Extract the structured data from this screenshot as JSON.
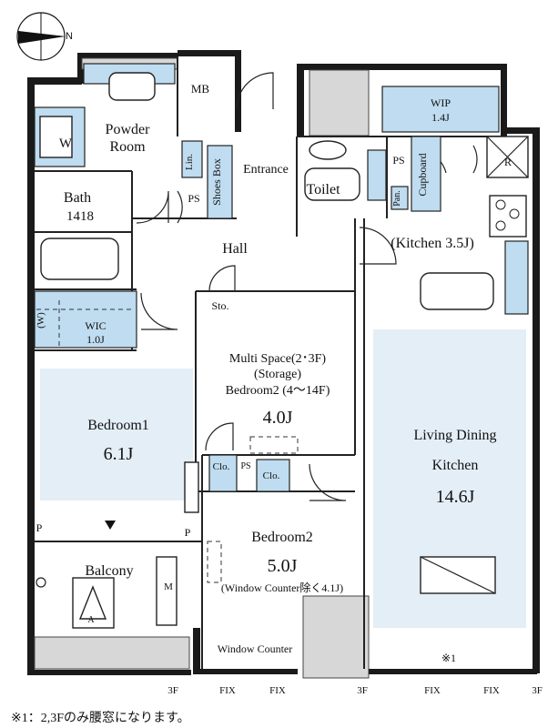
{
  "compass": {
    "north_label": "N"
  },
  "rooms": {
    "powder_room": [
      "Powder",
      "Room"
    ],
    "bath": [
      "Bath",
      "1418"
    ],
    "mb": "MB",
    "lin": "Lin.",
    "ps": "PS",
    "shoes_box": "Shoes Box",
    "entrance": "Entrance",
    "toilet": "Toilet",
    "pan": "Pan.",
    "cupboard": "Cupboard",
    "wip": [
      "WIP",
      "1.4J"
    ],
    "r": "R",
    "kitchen": "(Kitchen 3.5J)",
    "hall": "Hall",
    "sto": "Sto.",
    "wic": [
      "WIC",
      "1.0J"
    ],
    "w": "W",
    "w_paren": "(W)",
    "multi_space": [
      "Multi Space(2･3F)",
      "(Storage)",
      "Bedroom2 (4～14F)",
      "4.0J"
    ],
    "bedroom1": [
      "Bedroom1",
      "6.1J"
    ],
    "clo": "Clo.",
    "living": [
      "Living Dining",
      "Kitchen",
      "14.6J"
    ],
    "bedroom2": [
      "Bedroom2",
      "5.0J",
      "(Window Counter除く4.1J)"
    ],
    "balcony": "Balcony",
    "p": "P",
    "a": "A",
    "m": "M",
    "window_counter": "Window Counter",
    "note_mark": "※1"
  },
  "bottom_marks": {
    "three_f": "3F",
    "fix": "FIX"
  },
  "footnote": "※1：2,3Fのみ腰窓になります。"
}
